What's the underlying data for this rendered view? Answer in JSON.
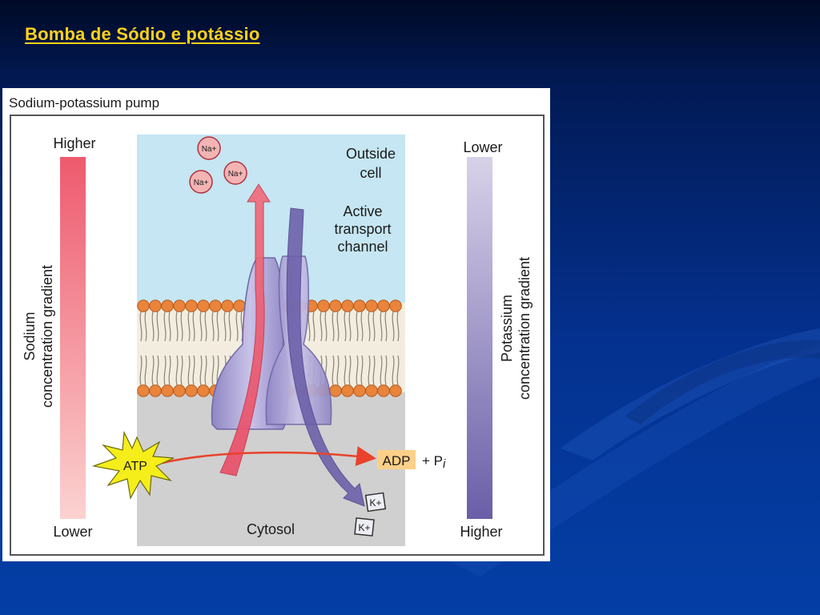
{
  "slide": {
    "title": "Bomba de Sódio e potássio",
    "colors": {
      "title": "#ffd21a",
      "background": "#04318f"
    }
  },
  "figure": {
    "title": "Sodium-potassium pump",
    "sodium_gradient": {
      "top_label": "Higher",
      "bottom_label": "Lower",
      "caption_line1": "Sodium",
      "caption_line2": "concentration gradient",
      "color": "#ee5a6e"
    },
    "potassium_gradient": {
      "top_label": "Lower",
      "bottom_label": "Higher",
      "caption_line1": "Potassium",
      "caption_line2": "concentration gradient",
      "color": "#6a5ea8"
    },
    "outside_label_line1": "Outside",
    "outside_label_line2": "cell",
    "channel_label_line1": "Active",
    "channel_label_line2": "transport",
    "channel_label_line3": "channel",
    "cytosol_label": "Cytosol",
    "atp_label": "ATP",
    "adp_label": "ADP",
    "pi_label": "+ P",
    "pi_subscript": "i",
    "ions": {
      "sodium": [
        "Na+",
        "Na+",
        "Na+"
      ],
      "potassium": [
        "K+",
        "K+"
      ]
    }
  }
}
